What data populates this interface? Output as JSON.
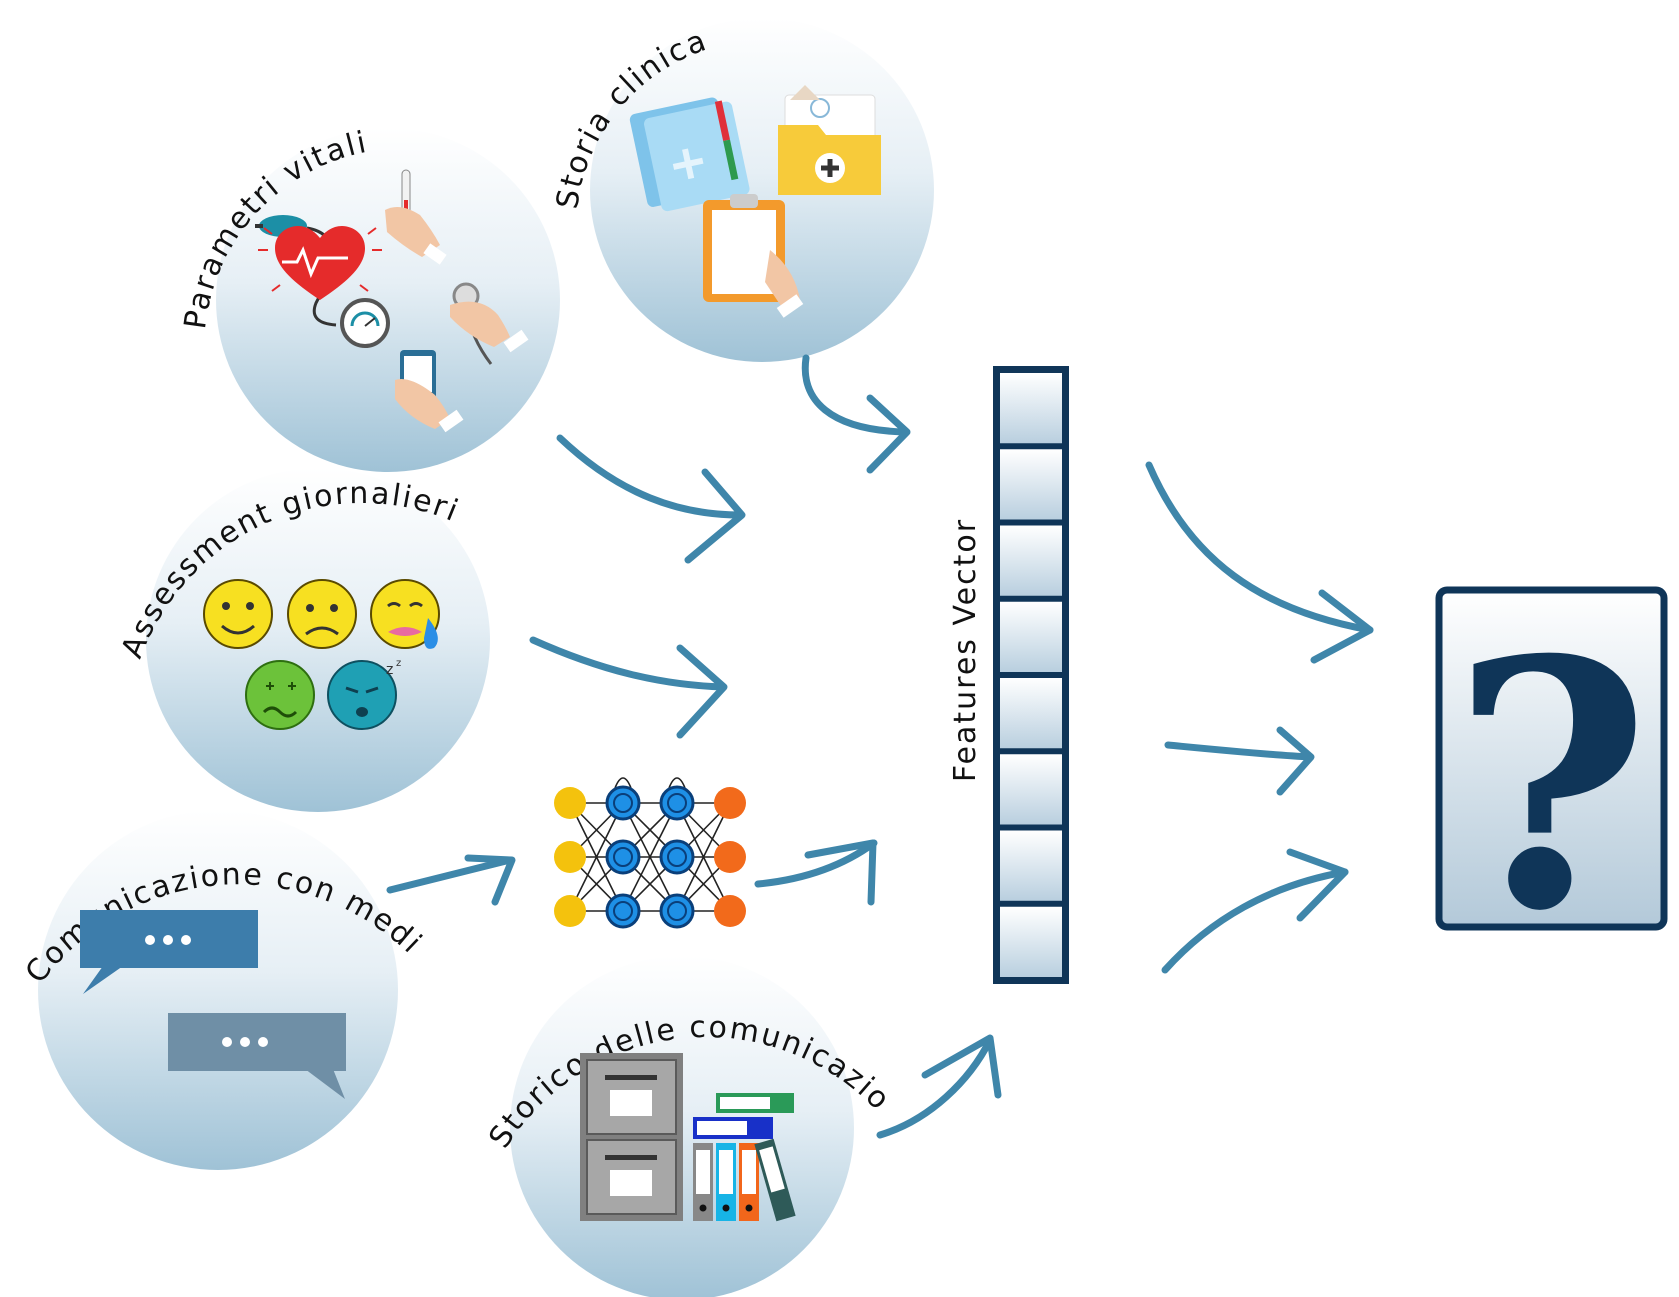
{
  "colors": {
    "arrow": "#3f86aa",
    "vector_border": "#0f3558",
    "question_mark": "#0f3558",
    "circle_top": "#ffffff",
    "circle_bottom": "#9fc2d6",
    "nn_input": "#f4c20d",
    "nn_hidden": "#1e90e6",
    "nn_output": "#f26a1b"
  },
  "sources": [
    {
      "label": "Storia clinica",
      "icon": "medical-records-icon"
    },
    {
      "label": "Parametri vitali",
      "icon": "vital-signs-icon"
    },
    {
      "label": "Assessment giornalieri",
      "icon": "emoji-faces-icon"
    },
    {
      "label": "Comunicazione con medici",
      "icon": "chat-bubbles-icon"
    },
    {
      "label": "Storico delle comunicazioni",
      "icon": "archive-cabinet-icon"
    }
  ],
  "model": {
    "icon": "neural-network-icon"
  },
  "feature_vector": {
    "label": "Features Vector",
    "cells": 8
  },
  "output": {
    "symbol": "?",
    "icon": "question-mark-icon"
  }
}
